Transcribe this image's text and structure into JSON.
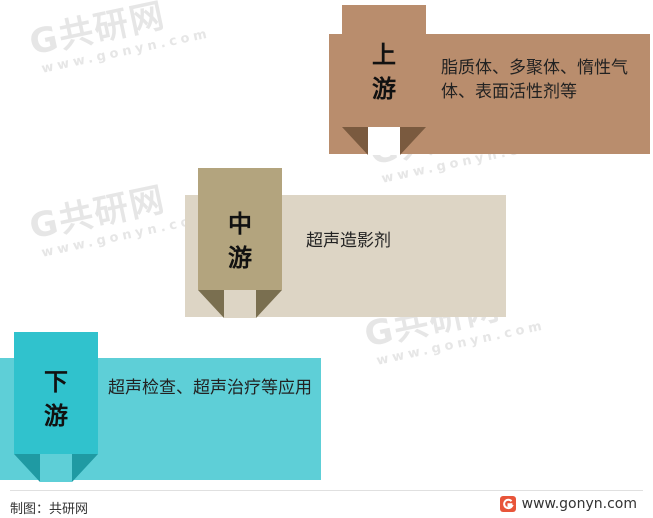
{
  "stages": [
    {
      "tag_line1": "上",
      "tag_line2": "游",
      "description": "脂质体、多聚体、惰性气体、表面活性剂等",
      "panel_color": "#b98d6d",
      "tag_color": "#b98d6d",
      "fold_color": "#7a5a3f"
    },
    {
      "tag_line1": "中",
      "tag_line2": "游",
      "description": "超声造影剂",
      "panel_color": "#ddd5c5",
      "tag_color": "#b3a47e",
      "fold_color": "#7a6f50"
    },
    {
      "tag_line1": "下",
      "tag_line2": "游",
      "description": "超声检查、超声治疗等应用",
      "panel_color": "#5ecfd7",
      "tag_color": "#30c2cd",
      "fold_color": "#1f9aa3"
    }
  ],
  "watermark": {
    "main": "G共研网",
    "sub": "www.gonyn.com"
  },
  "footer": {
    "source": "制图：共研网",
    "site": "www.gonyn.com",
    "logo_color": "#e8553a"
  }
}
